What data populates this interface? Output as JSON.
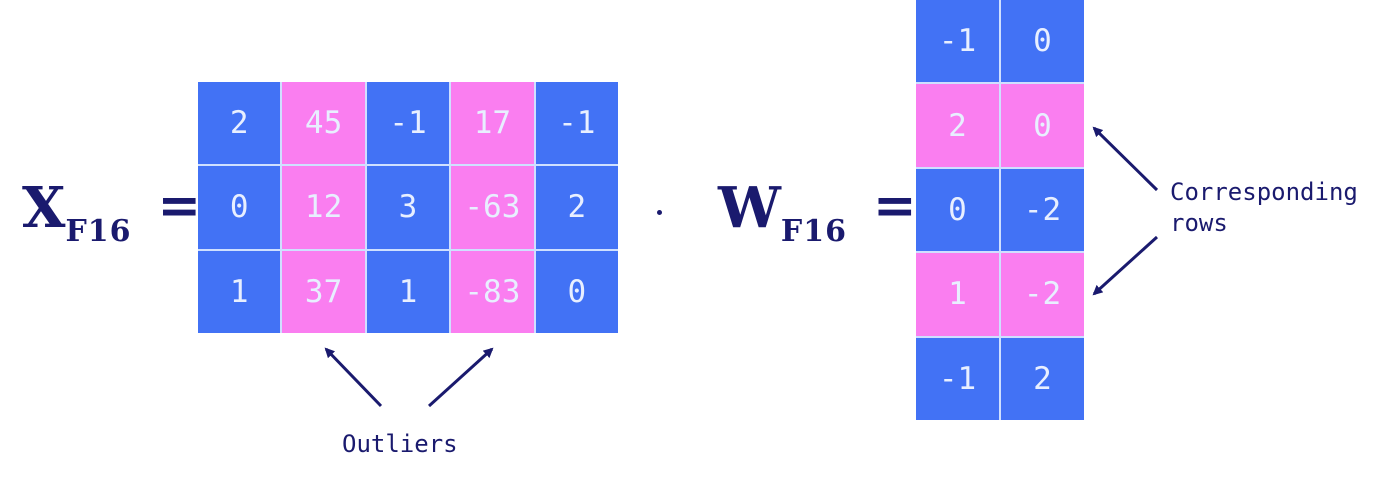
{
  "colors": {
    "normal": "#4272f5",
    "outlier": "#fa7ef0",
    "ink": "#1a1a6e"
  },
  "x_label": {
    "main": "X",
    "sub": "F16",
    "eq": "="
  },
  "w_label": {
    "main": "W",
    "sub": "F16",
    "eq": "="
  },
  "x_matrix": {
    "rows": [
      [
        "2",
        "45",
        "-1",
        "17",
        "-1"
      ],
      [
        "0",
        "12",
        "3",
        "-63",
        "2"
      ],
      [
        "1",
        "37",
        "1",
        "-83",
        "0"
      ]
    ],
    "outlier_columns": [
      1,
      3
    ]
  },
  "w_matrix": {
    "rows": [
      [
        "-1",
        "0"
      ],
      [
        "2",
        "0"
      ],
      [
        "0",
        "-2"
      ],
      [
        "1",
        "-2"
      ],
      [
        "-1",
        "2"
      ]
    ],
    "outlier_rows": [
      1,
      3
    ]
  },
  "annotations": {
    "outliers": "Outliers",
    "corresponding_line1": "Corresponding",
    "corresponding_line2": "rows"
  }
}
